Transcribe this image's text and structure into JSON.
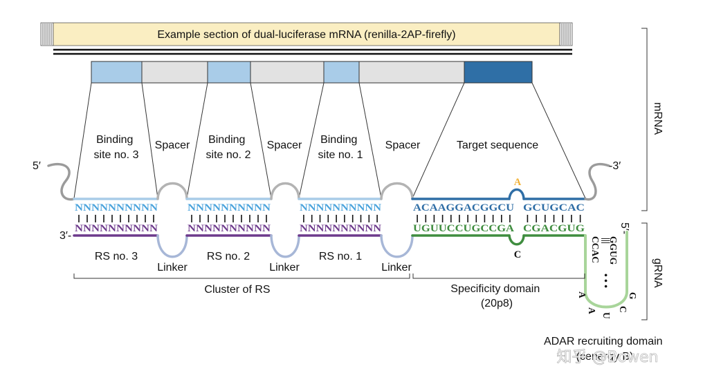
{
  "title": "Example section of dual-luciferase mRNA (renilla-2AP-firefly)",
  "mrna_blocks": [
    "binding",
    "spacer",
    "binding",
    "spacer",
    "binding",
    "spacer",
    "target"
  ],
  "segments": {
    "binding_3": [
      "Binding",
      "site no. 3"
    ],
    "spacer_a": "Spacer",
    "binding_2": [
      "Binding",
      "site no. 2"
    ],
    "spacer_b": "Spacer",
    "binding_1": [
      "Binding",
      "site no. 1"
    ],
    "spacer_c": "Spacer",
    "target": "Target sequence"
  },
  "ends": {
    "mrna_5": "5′",
    "mrna_3": "-3′",
    "grna_3": "3′-",
    "grna_5": "5′-"
  },
  "sequences": {
    "binding_top": [
      "NNNNNNNNNN",
      "NNNNNNNNNN",
      "NNNNNNNNNN"
    ],
    "binding_bottom": [
      "NNNNNNNNNN",
      "NNNNNNNNNN",
      "NNNNNNNNNN"
    ],
    "target_top_left": "ACAAGGACGGCU",
    "target_top_right": "GCUGCAC",
    "target_bottom_left": "UGUUCCUGCCGA",
    "target_bottom_right": "CGACGUG",
    "edited_base": "A",
    "mismatch_base": "C"
  },
  "hairpin": {
    "left": "CCAC",
    "right": "GGUG",
    "pairs": "|||",
    "dots": "• • •",
    "loop_bases": [
      "A",
      "A",
      "U",
      "C",
      "G"
    ]
  },
  "rs_labels": [
    "RS no. 3",
    "RS no. 2",
    "RS no. 1"
  ],
  "linker_labels": [
    "Linker",
    "Linker",
    "Linker"
  ],
  "groups": {
    "cluster": "Cluster of RS",
    "specificity": [
      "Specificity domain",
      "(20p8)"
    ],
    "adar": [
      "ADAR recruiting domain",
      "(cenergy B)"
    ]
  },
  "side_labels": {
    "mrna": "mRNA",
    "grna": "gRNA"
  },
  "watermark": "知乎 @Bowen",
  "colors": {
    "binding_light": "#a9cce8",
    "spacer_gray": "#e2e2e2",
    "target_dark": "#2f6fa6",
    "seq_light": "#4aa3dc",
    "seq_dark": "#2f6ea6",
    "rs_purple": "#6d3a8c",
    "spec_green": "#3f8d3f",
    "hairpin_green": "#a8d59a",
    "linker_blue": "#a7b7d7",
    "loop_gray": "#9b9b9b",
    "edit_orange": "#f2b134",
    "banner_fill": "#faeec2"
  }
}
